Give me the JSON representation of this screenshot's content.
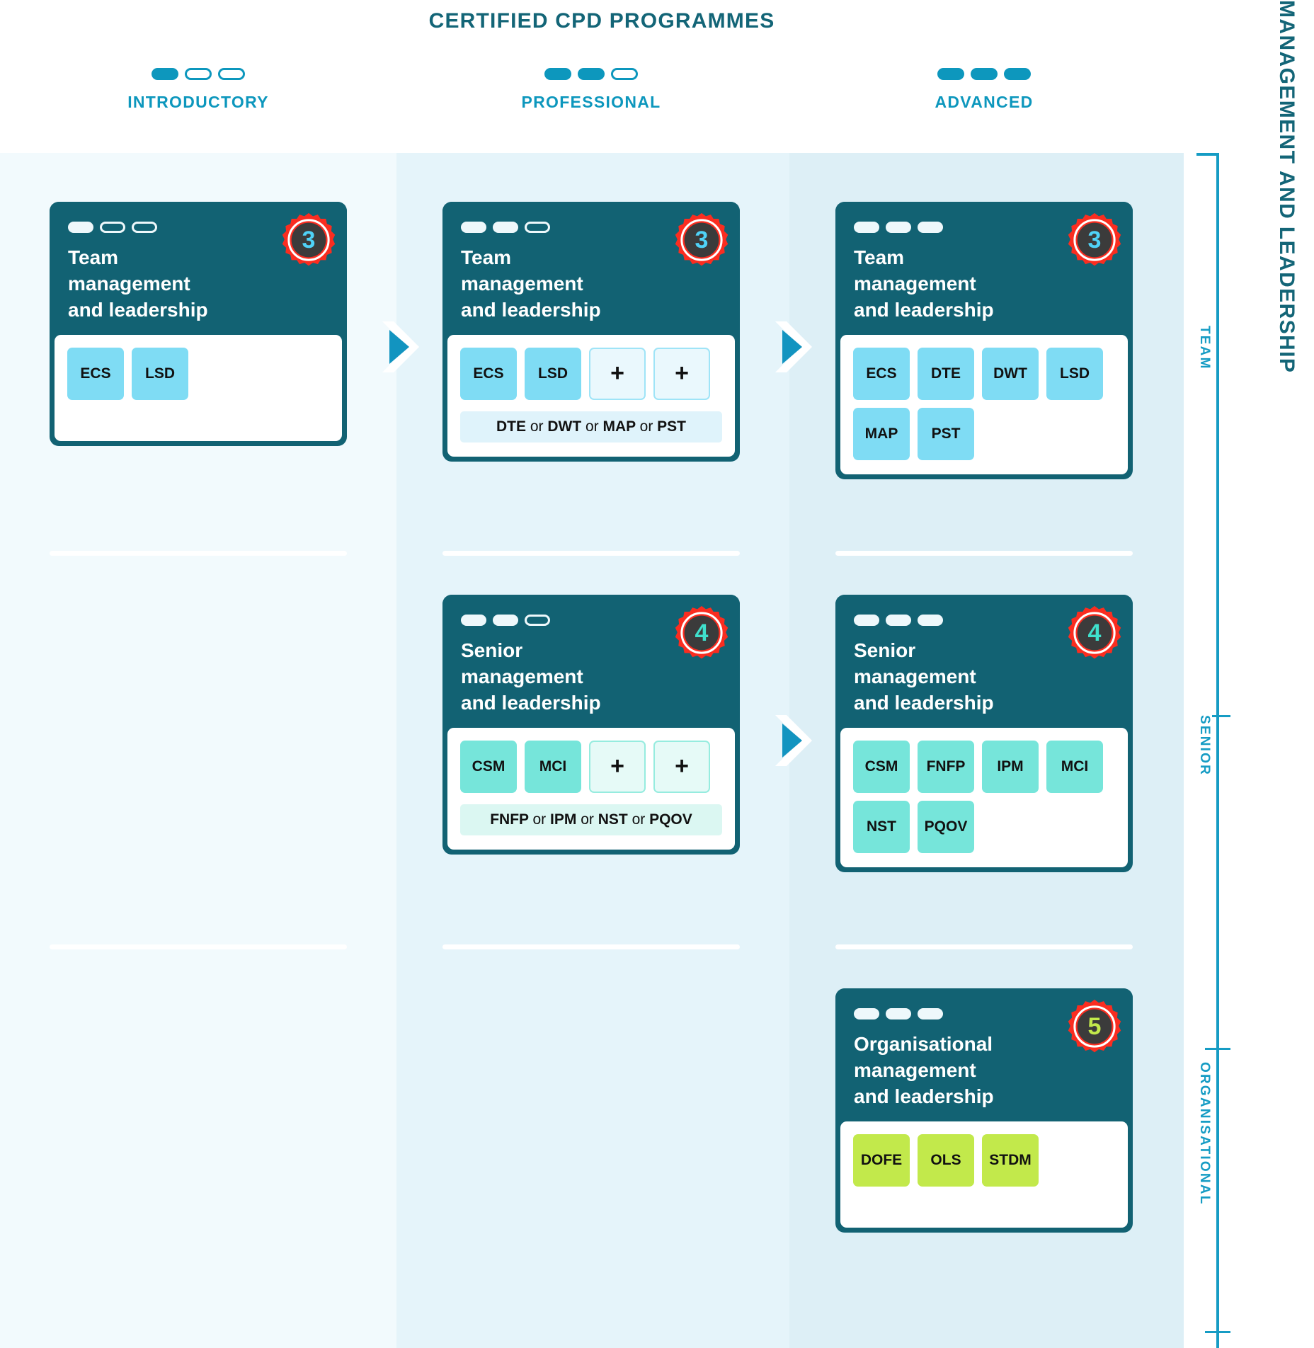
{
  "title": "CERTIFIED CPD PROGRAMMES",
  "right_axis_title": "MANAGEMENT AND LEADERSHIP",
  "columns": [
    {
      "label": "INTRODUCTORY",
      "filled": 1,
      "total": 3
    },
    {
      "label": "PROFESSIONAL",
      "filled": 2,
      "total": 3
    },
    {
      "label": "ADVANCED",
      "filled": 3,
      "total": 3
    }
  ],
  "row_labels": [
    "TEAM",
    "SENIOR",
    "ORGANISATIONAL"
  ],
  "colors": {
    "title": "#136577",
    "accent": "#0d97bd",
    "card": "#126273",
    "badge_ring": "#fa2d20",
    "badge_face": "#3b3b3b",
    "chip_team": "#7fdcf4",
    "chip_senior": "#76e5da",
    "chip_org": "#c2e94b",
    "band_introductory": "#f2fafd",
    "band_professional": "#e5f4fa",
    "band_advanced": "#ddeff6"
  },
  "cards": [
    {
      "id": "team-introductory",
      "title": "Team\nmanagement\nand leadership",
      "badge": "3",
      "badge_color": "#4fd2f7",
      "level_filled": 1,
      "chip_style": "blue",
      "chips": [
        "ECS",
        "LSD"
      ],
      "plus_count": 0,
      "hint": ""
    },
    {
      "id": "team-professional",
      "title": "Team\nmanagement\nand leadership",
      "badge": "3",
      "badge_color": "#4fd2f7",
      "level_filled": 2,
      "chip_style": "blue",
      "chips": [
        "ECS",
        "LSD"
      ],
      "plus_count": 2,
      "hint": "DTE or DWT or MAP or PST",
      "hint_options": [
        "DTE",
        "DWT",
        "MAP",
        "PST"
      ]
    },
    {
      "id": "team-advanced",
      "title": "Team\nmanagement\nand leadership",
      "badge": "3",
      "badge_color": "#4fd2f7",
      "level_filled": 3,
      "chip_style": "blue",
      "chips": [
        "ECS",
        "DTE",
        "DWT",
        "LSD",
        "MAP",
        "PST"
      ],
      "plus_count": 0,
      "hint": ""
    },
    {
      "id": "senior-professional",
      "title": "Senior\nmanagement\nand leadership",
      "badge": "4",
      "badge_color": "#3fe0cc",
      "level_filled": 2,
      "chip_style": "teal",
      "chips": [
        "CSM",
        "MCI"
      ],
      "plus_count": 2,
      "hint": "FNFP or IPM or NST or PQOV",
      "hint_options": [
        "FNFP",
        "IPM",
        "NST",
        "PQOV"
      ]
    },
    {
      "id": "senior-advanced",
      "title": "Senior\nmanagement\nand leadership",
      "badge": "4",
      "badge_color": "#3fe0cc",
      "level_filled": 3,
      "chip_style": "teal",
      "chips": [
        "CSM",
        "FNFP",
        "IPM",
        "MCI",
        "NST",
        "PQOV"
      ],
      "plus_count": 0,
      "hint": ""
    },
    {
      "id": "organisational-advanced",
      "title": "Organisational\nmanagement\nand leadership",
      "badge": "5",
      "badge_color": "#c2e94b",
      "level_filled": 3,
      "chip_style": "lime",
      "chips": [
        "DOFE",
        "OLS",
        "STDM"
      ],
      "plus_count": 0,
      "hint": ""
    }
  ],
  "plus_symbol": "+",
  "arrows": [
    "team-intro-to-professional",
    "team-professional-to-advanced",
    "senior-professional-to-advanced"
  ]
}
